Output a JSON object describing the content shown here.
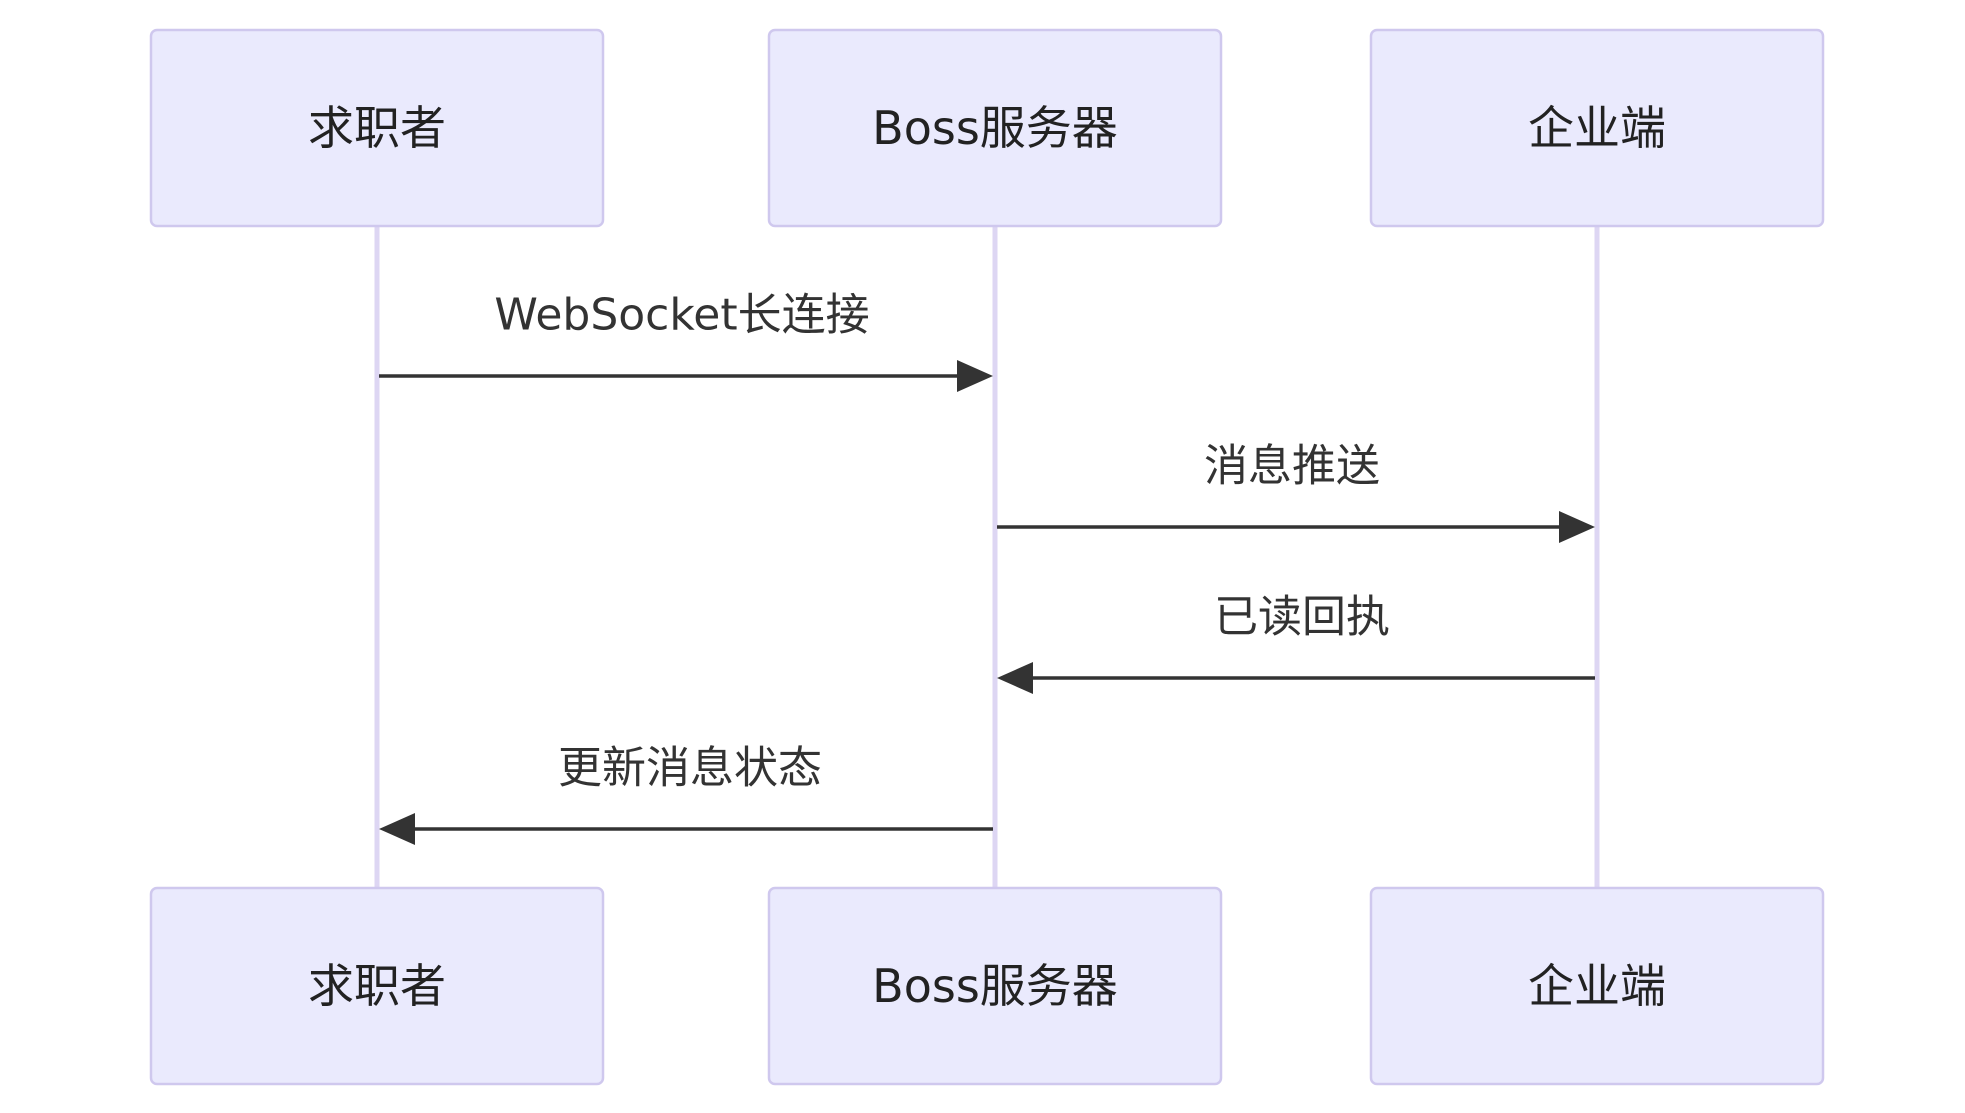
{
  "participants": [
    {
      "id": "seeker",
      "label": "求职者"
    },
    {
      "id": "server",
      "label": "Boss服务器"
    },
    {
      "id": "company",
      "label": "企业端"
    }
  ],
  "messages": [
    {
      "from": "seeker",
      "to": "server",
      "label": "WebSocket长连接"
    },
    {
      "from": "server",
      "to": "company",
      "label": "消息推送"
    },
    {
      "from": "company",
      "to": "server",
      "label": "已读回执"
    },
    {
      "from": "server",
      "to": "seeker",
      "label": "更新消息状态"
    }
  ],
  "colors": {
    "actor_fill": "#eaeafd",
    "actor_border": "#cfc8ee",
    "lifeline": "#ddd6f3",
    "message": "#333333"
  }
}
